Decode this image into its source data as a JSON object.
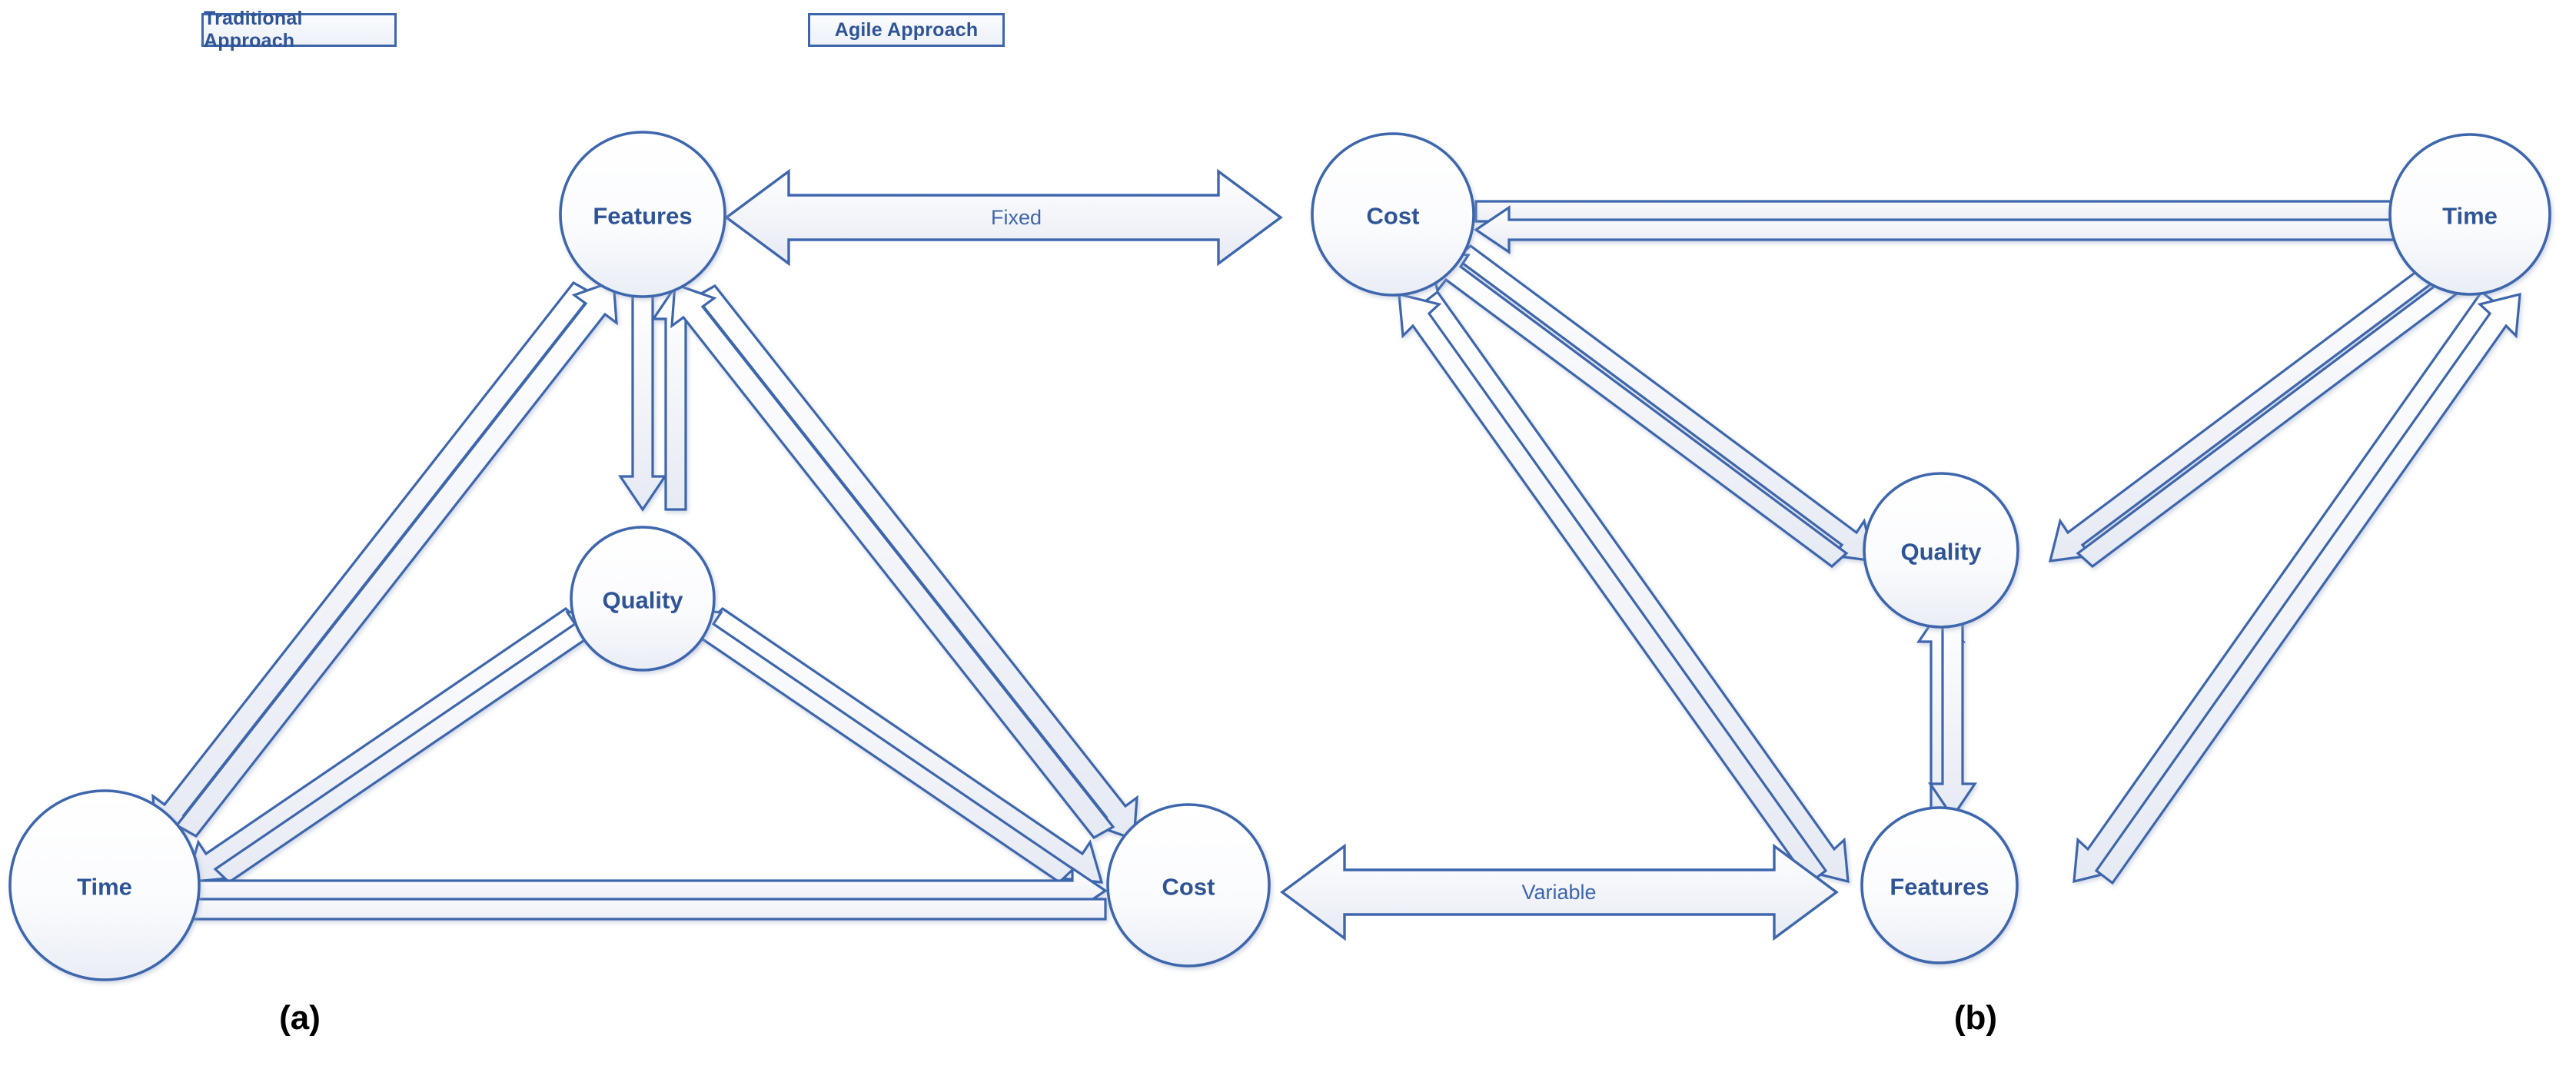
{
  "panels": [
    {
      "id": "traditional",
      "title": "Traditional Approach",
      "caption": "(a)",
      "nodes": [
        {
          "id": "features",
          "label": "Features"
        },
        {
          "id": "quality",
          "label": "Quality"
        },
        {
          "id": "time",
          "label": "Time"
        },
        {
          "id": "cost",
          "label": "Cost"
        }
      ]
    },
    {
      "id": "agile",
      "title": "Agile Approach",
      "caption": "(b)",
      "nodes": [
        {
          "id": "cost",
          "label": "Cost"
        },
        {
          "id": "time",
          "label": "Time"
        },
        {
          "id": "quality",
          "label": "Quality"
        },
        {
          "id": "features",
          "label": "Features"
        }
      ]
    }
  ],
  "connectors": [
    {
      "id": "fixed",
      "label": "Fixed",
      "from": "traditional.features",
      "to": "agile.cost"
    },
    {
      "id": "variable",
      "label": "Variable",
      "from": "traditional.cost",
      "to": "agile.features"
    }
  ],
  "colors": {
    "stroke": "#3E66AC",
    "text": "#2F5496",
    "caption": "#000000",
    "node_fill_top": "#ffffff",
    "node_fill_bottom": "#eef1f7",
    "arrow_fill": "#eceff6",
    "background": "#ffffff"
  },
  "chart_data": {
    "type": "diagram",
    "title": "Iron Triangle: Traditional vs Agile",
    "subdiagrams": [
      {
        "caption": "(a)",
        "title": "Traditional Approach",
        "nodes": [
          "Features",
          "Quality",
          "Time",
          "Cost"
        ],
        "layout": "Features at apex (top), Quality at center, Time bottom-left, Cost bottom-right",
        "edges": [
          {
            "a": "Features",
            "b": "Quality",
            "type": "bidirectional"
          },
          {
            "a": "Features",
            "b": "Time",
            "type": "bidirectional"
          },
          {
            "a": "Features",
            "b": "Cost",
            "type": "bidirectional"
          },
          {
            "a": "Quality",
            "b": "Time",
            "type": "bidirectional"
          },
          {
            "a": "Quality",
            "b": "Cost",
            "type": "bidirectional"
          },
          {
            "a": "Time",
            "b": "Cost",
            "type": "bidirectional"
          }
        ]
      },
      {
        "caption": "(b)",
        "title": "Agile Approach",
        "nodes": [
          "Cost",
          "Time",
          "Quality",
          "Features"
        ],
        "layout": "Cost top-left, Time top-right, Quality at center, Features at bottom apex",
        "edges": [
          {
            "a": "Cost",
            "b": "Time",
            "type": "bidirectional"
          },
          {
            "a": "Cost",
            "b": "Quality",
            "type": "bidirectional"
          },
          {
            "a": "Cost",
            "b": "Features",
            "type": "bidirectional"
          },
          {
            "a": "Time",
            "b": "Quality",
            "type": "bidirectional"
          },
          {
            "a": "Time",
            "b": "Features",
            "type": "bidirectional"
          },
          {
            "a": "Quality",
            "b": "Features",
            "type": "bidirectional"
          }
        ]
      }
    ],
    "cross_connectors": [
      {
        "label": "Fixed",
        "between": [
          "Traditional.Features",
          "Agile.Cost"
        ],
        "type": "double-headed block arrow"
      },
      {
        "label": "Variable",
        "between": [
          "Traditional.Cost",
          "Agile.Features"
        ],
        "type": "double-headed block arrow"
      }
    ]
  }
}
